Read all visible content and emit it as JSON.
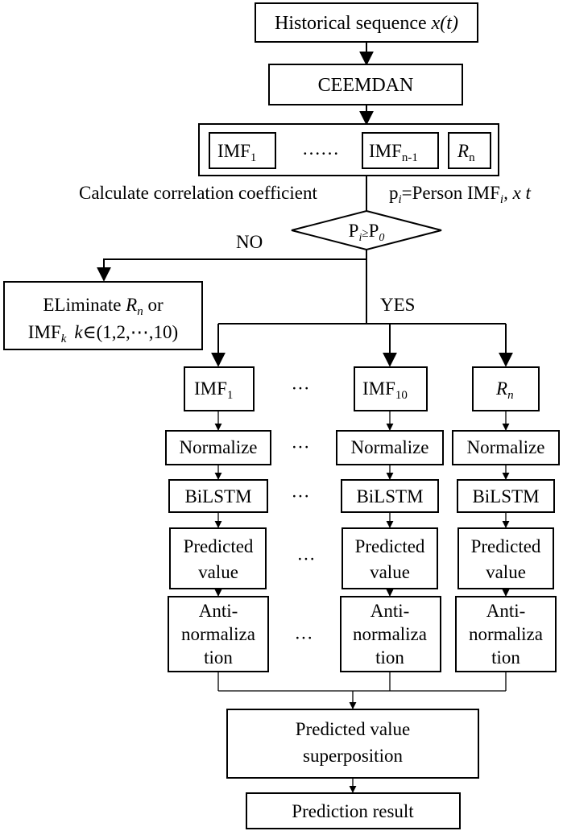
{
  "nodes": {
    "historical": {
      "label": "Historical sequence ",
      "var": "x(t)"
    },
    "ceemdan": {
      "label": "CEEMDAN"
    },
    "imf1_top": {
      "base": "IMF",
      "sub": "1"
    },
    "dots_top": {
      "label": "……"
    },
    "imfn1_top": {
      "base": "IMF",
      "sub": "n-1"
    },
    "rn_top": {
      "base": "R",
      "sub": "n"
    },
    "calc_left": {
      "label": "Calculate correlation coefficient"
    },
    "calc_right": {
      "p": "p",
      "i": "i",
      "eq": "=Person IMF",
      "i2": "i",
      "tail": ", x t"
    },
    "decision": {
      "P": "P",
      "i": "i",
      "ge": "≥",
      "P0": "P",
      "zero": "0"
    },
    "no_label": {
      "label": "NO"
    },
    "yes_label": {
      "label": "YES"
    },
    "eliminate": {
      "line1_pre": "ELiminate ",
      "line1_R": "R",
      "line1_n": "n",
      "line1_post": " or",
      "line2_imf": "IMF",
      "line2_k": "k",
      "line2_kvar": "k",
      "line2_post": "∈(1,2,⋯,10)"
    },
    "imf1": {
      "base": "IMF",
      "sub": "1"
    },
    "imf10": {
      "base": "IMF",
      "sub": "10"
    },
    "rn": {
      "base": "R",
      "sub": "n"
    },
    "ellipsis": {
      "label": "···"
    },
    "normalize": {
      "label": "Normalize"
    },
    "bilstm": {
      "label": "BiLSTM"
    },
    "predicted": {
      "line1": "Predicted",
      "line2": "value"
    },
    "anti": {
      "line1": "Anti-",
      "line2": "normaliza",
      "line3": "tion"
    },
    "superposition": {
      "line1": "Predicted value",
      "line2": "superposition"
    },
    "result": {
      "label": "Prediction result"
    }
  }
}
